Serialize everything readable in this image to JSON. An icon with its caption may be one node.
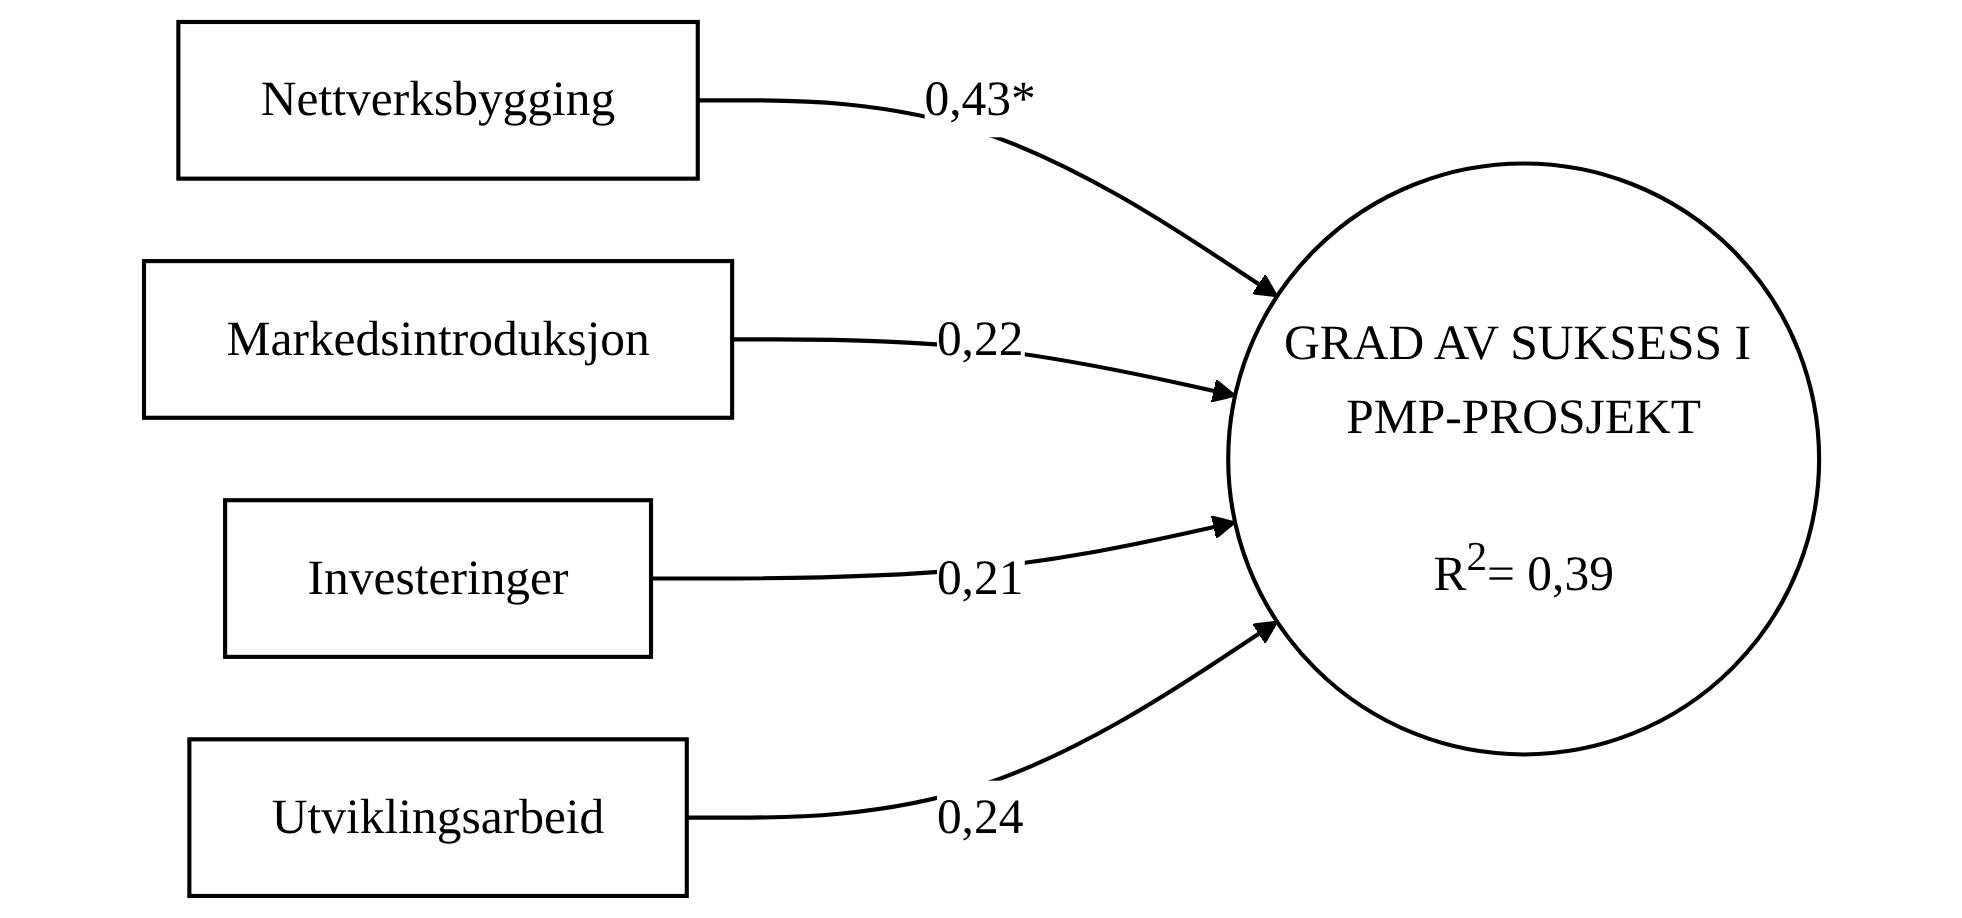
{
  "diagram": {
    "nodes": [
      {
        "text": [
          "Nettverksbygging"
        ]
      },
      {
        "text": [
          "Markedsintroduksjon"
        ]
      },
      {
        "text": [
          "Investeringer"
        ]
      },
      {
        "text": [
          "Utviklingsarbeid"
        ]
      },
      {
        "text": [
          "GRAD AV SUKSESS I PMP-PROSJEKT",
          "R$^{2}$= 0,39"
        ]
      }
    ],
    "edges": [
      {
        "from": 0,
        "to": 4,
        "arrow": "to",
        "label": "0,43*"
      },
      {
        "from": 1,
        "to": 4,
        "arrow": "to",
        "label": "0,22"
      },
      {
        "from": 2,
        "to": 4,
        "arrow": "to",
        "label": "0,21"
      },
      {
        "from": 3,
        "to": 4,
        "arrow": "to",
        "label": "0,24"
      }
    ]
  }
}
